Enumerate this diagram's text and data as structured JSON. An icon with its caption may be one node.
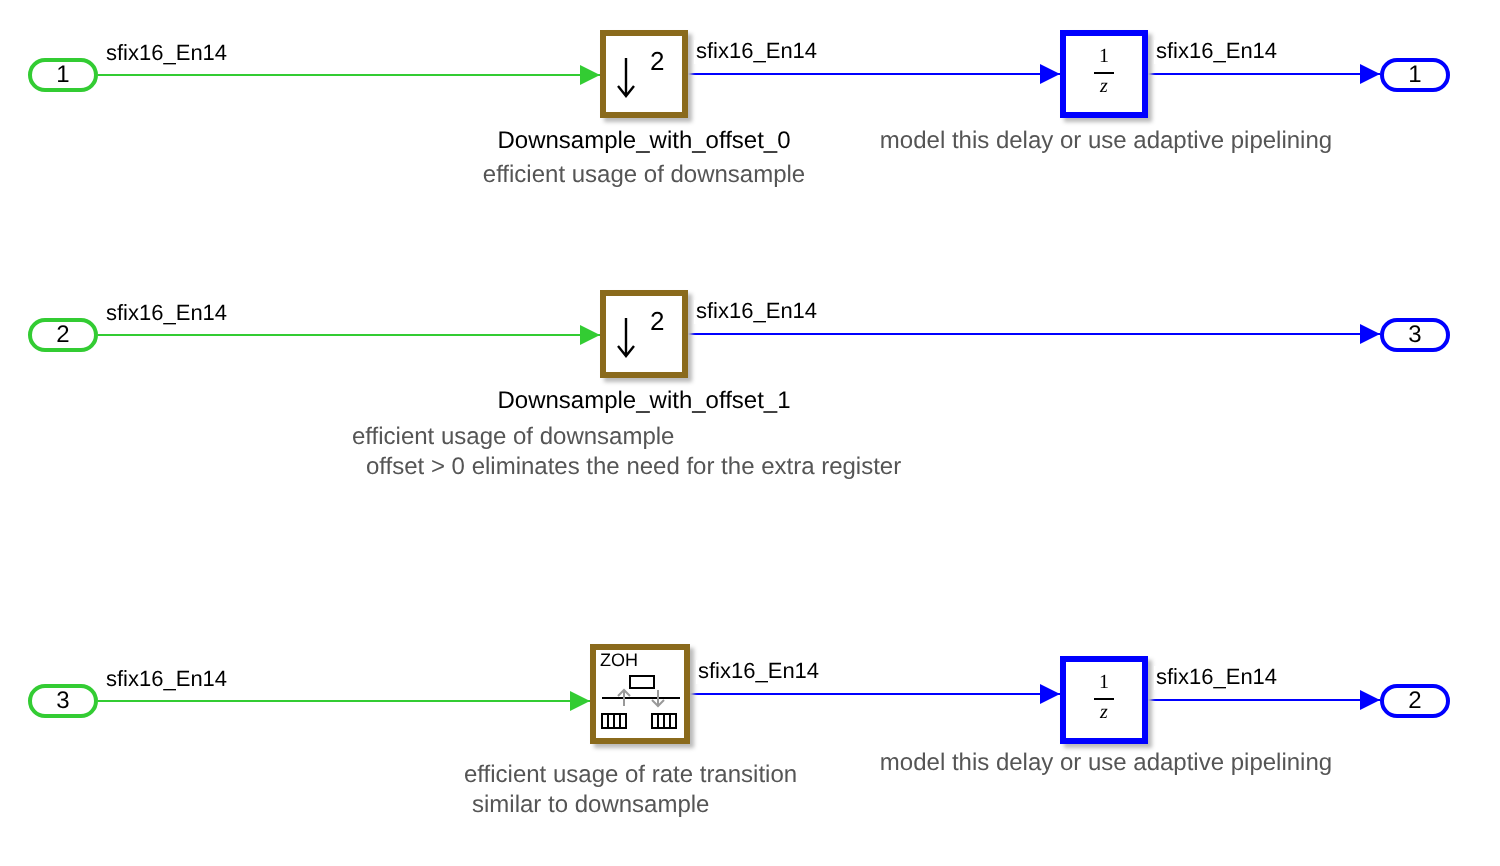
{
  "diagram": {
    "nodes": [
      {
        "text": [
          "1"
        ]
      },
      {
        "text": [
          "2"
        ],
        "beside": [
          "Downsample_with_offset_0",
          "efficient usage of downsample"
        ]
      },
      {
        "text": [
          "1",
          "z"
        ],
        "beside": [
          "model this delay or use adaptive pipelining"
        ]
      },
      {
        "text": [
          "1"
        ]
      },
      {
        "text": [
          "2"
        ]
      },
      {
        "text": [
          "2"
        ],
        "beside": [
          "Downsample_with_offset_1",
          "efficient usage of downsample",
          "offset > 0 eliminates the need for the extra register"
        ]
      },
      {
        "text": [
          "3"
        ]
      },
      {
        "text": [
          "3"
        ]
      },
      {
        "text": [
          "ZOH"
        ],
        "beside": [
          "efficient usage of rate transition",
          "similar to downsample"
        ]
      },
      {
        "text": [
          "1",
          "z"
        ],
        "beside": [
          "model this delay or use adaptive pipelining"
        ]
      },
      {
        "text": [
          "2"
        ]
      }
    ],
    "edges": [
      {
        "from": 0,
        "to": 1,
        "arrow": "to",
        "label": "sfix16_En14",
        "color": "#33cc33"
      },
      {
        "from": 1,
        "to": 2,
        "arrow": "to",
        "label": "sfix16_En14"
      },
      {
        "from": 2,
        "to": 3,
        "arrow": "to",
        "label": "sfix16_En14"
      },
      {
        "from": 4,
        "to": 5,
        "arrow": "to",
        "label": "sfix16_En14",
        "color": "#33cc33"
      },
      {
        "from": 5,
        "to": 6,
        "arrow": "to",
        "label": "sfix16_En14"
      },
      {
        "from": 7,
        "to": 8,
        "arrow": "to",
        "label": "sfix16_En14",
        "color": "#33cc33"
      },
      {
        "from": 8,
        "to": 9,
        "arrow": "to",
        "label": "sfix16_En14"
      },
      {
        "from": 9,
        "to": 10,
        "arrow": "to",
        "label": "sfix16_En14"
      }
    ]
  }
}
